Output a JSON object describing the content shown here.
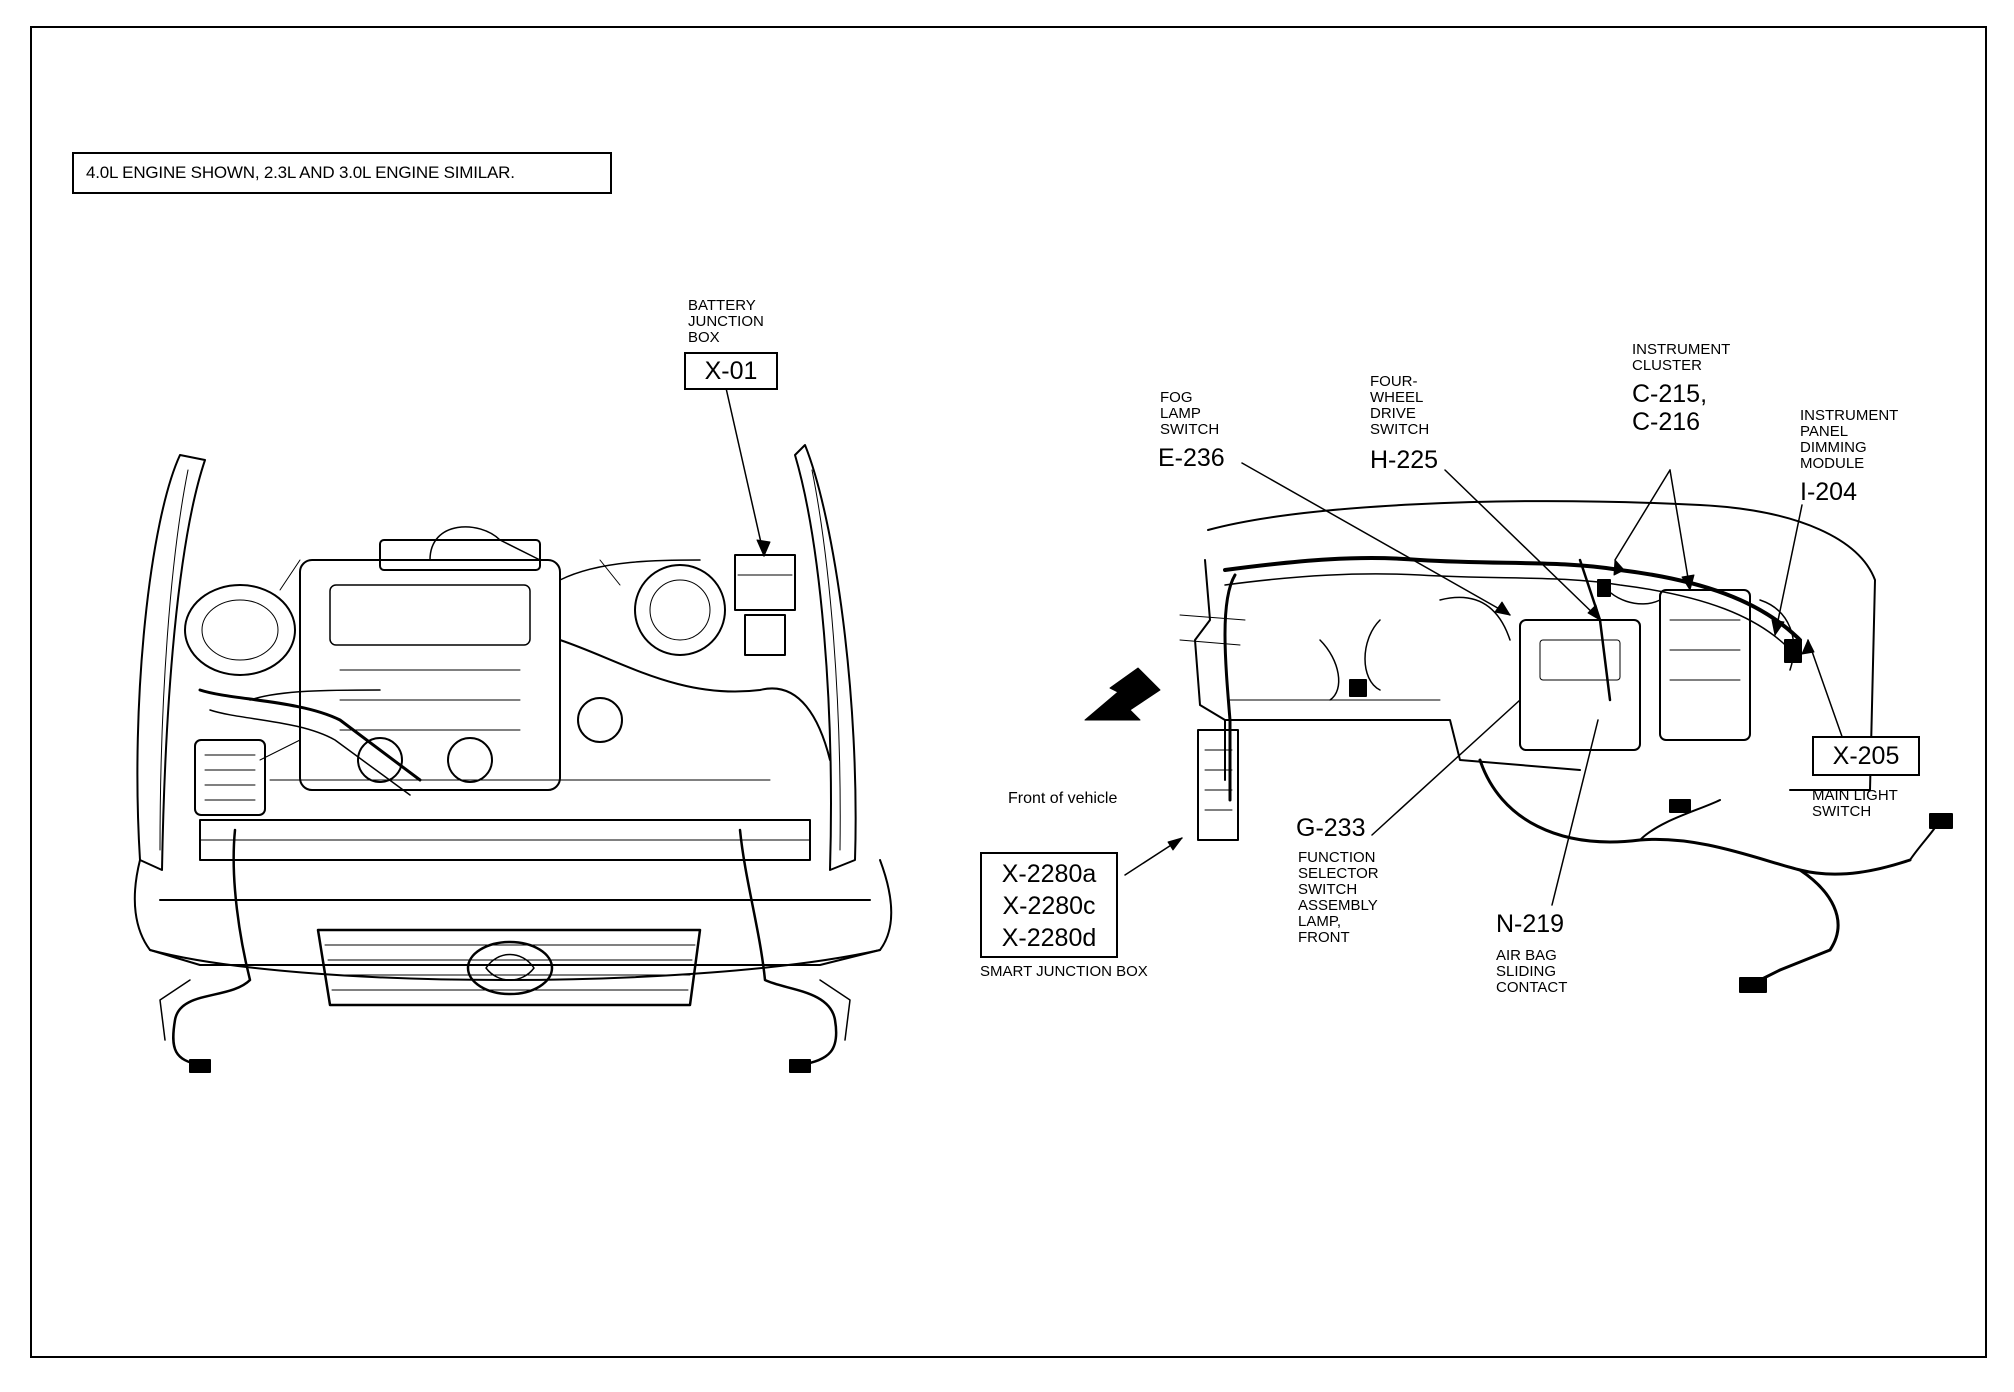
{
  "note": "4.0L ENGINE SHOWN, 2.3L AND 3.0L ENGINE SIMILAR.",
  "front_of_vehicle": "Front of vehicle",
  "callouts": {
    "battery_junction_box": {
      "label": "BATTERY\nJUNCTION\nBOX",
      "code": "X-01"
    },
    "fog_lamp_switch": {
      "label": "FOG\nLAMP\nSWITCH",
      "code": "E-236"
    },
    "four_wheel_drive_switch": {
      "label": "FOUR-\nWHEEL\nDRIVE\nSWITCH",
      "code": "H-225"
    },
    "instrument_cluster": {
      "label": "INSTRUMENT\nCLUSTER",
      "code": "C-215,\nC-216"
    },
    "instrument_panel_dimming_module": {
      "label": "INSTRUMENT\nPANEL\nDIMMING\nMODULE",
      "code": "I-204"
    },
    "main_light_switch": {
      "label": "MAIN LIGHT\nSWITCH",
      "code": "X-205"
    },
    "function_selector_switch": {
      "label": "FUNCTION\nSELECTOR\nSWITCH\nASSEMBLY\nLAMP,\nFRONT",
      "code": "G-233"
    },
    "air_bag_sliding_contact": {
      "label": "AIR BAG\nSLIDING\nCONTACT",
      "code": "N-219"
    },
    "smart_junction_box": {
      "label": "SMART JUNCTION BOX",
      "code": "X-2280a\nX-2280c\nX-2280d"
    }
  },
  "colors": {
    "ink": "#000000",
    "paper": "#ffffff"
  },
  "icons": [
    "engine-bay-illustration",
    "dashboard-harness-illustration",
    "front-direction-arrow-icon"
  ]
}
